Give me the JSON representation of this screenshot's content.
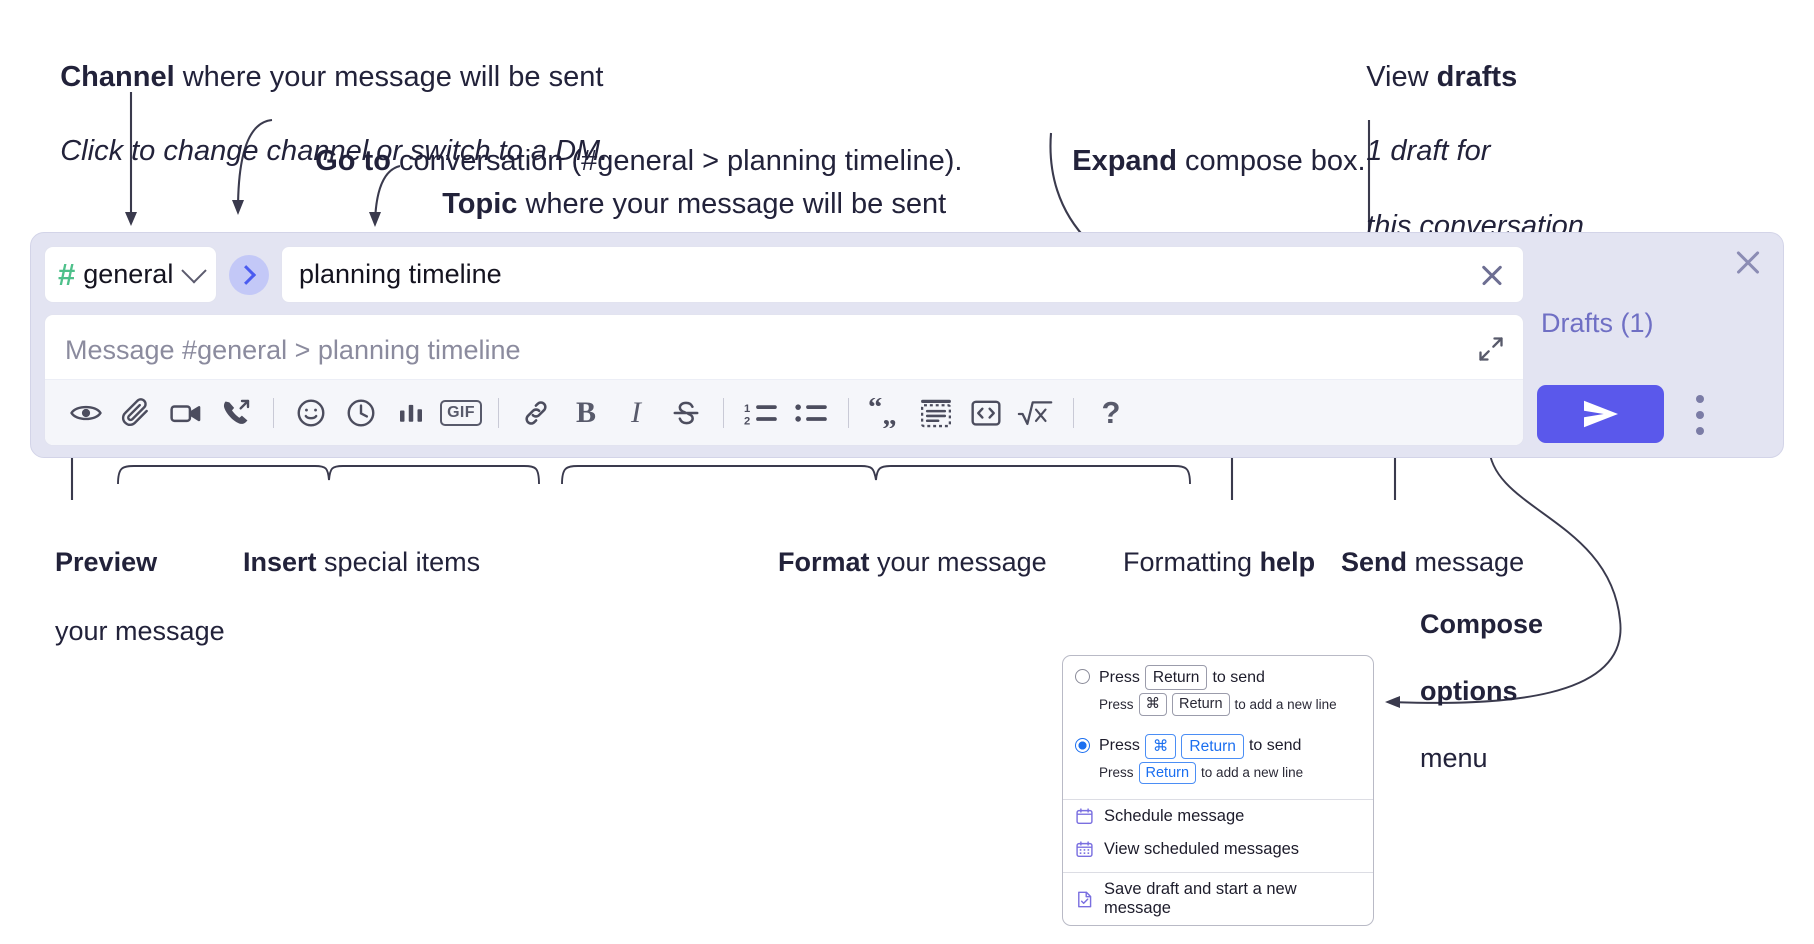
{
  "annotations": {
    "channel": {
      "bold": "Channel",
      "rest": " where your message will be sent",
      "italic": "Click to change channel or switch to a DM."
    },
    "goto": {
      "bold": "Go to",
      "rest": " conversation (#general > planning timeline)."
    },
    "topic": {
      "bold": "Topic",
      "rest": " where your message will be sent"
    },
    "expand": {
      "bold": "Expand",
      "rest": " compose box."
    },
    "drafts": {
      "lead": "View ",
      "bold": "drafts",
      "italic1": "1 draft for",
      "italic2": "this conversation"
    },
    "preview": {
      "bold": "Preview",
      "line2": "your message"
    },
    "insert": {
      "bold": "Insert",
      "rest": " special items"
    },
    "format": {
      "bold": "Format",
      "rest": " your message"
    },
    "help": {
      "lead": "Formatting ",
      "bold": "help"
    },
    "send": {
      "bold": "Send",
      "rest": " message"
    },
    "compose_options": {
      "bold1": "Compose",
      "bold2": "options",
      "rest": "menu"
    }
  },
  "compose": {
    "channel": {
      "hash": "#",
      "name": "general",
      "chevron": "chevron-down-icon"
    },
    "goto_button_label": "go-to-conversation-icon",
    "topic": {
      "value": "planning timeline",
      "clear_label": "clear-topic-icon"
    },
    "editor": {
      "placeholder": "Message #general > planning timeline",
      "expand_label": "expand-compose-icon"
    },
    "toolbar": {
      "group_insert": [
        {
          "name": "preview-icon",
          "label": "Preview"
        },
        {
          "name": "attachment-icon",
          "label": "Attach file"
        },
        {
          "name": "video-icon",
          "label": "Record video clip"
        },
        {
          "name": "audio-call-icon",
          "label": "Record audio clip"
        }
      ],
      "group_insert2": [
        {
          "name": "emoji-icon",
          "label": "Emoji"
        },
        {
          "name": "clock-icon",
          "label": "Schedule"
        },
        {
          "name": "poll-icon",
          "label": "Poll"
        },
        {
          "name": "gif-icon",
          "label": "GIF"
        }
      ],
      "group_format": [
        {
          "name": "link-icon",
          "label": "Link"
        },
        {
          "name": "bold-icon",
          "label": "B"
        },
        {
          "name": "italic-icon",
          "label": "I"
        },
        {
          "name": "strikethrough-icon",
          "label": "Strikethrough"
        }
      ],
      "group_lists": [
        {
          "name": "ordered-list-icon",
          "label": "Ordered list"
        },
        {
          "name": "bulleted-list-icon",
          "label": "Bulleted list"
        }
      ],
      "group_blocks": [
        {
          "name": "blockquote-icon",
          "label": "Blockquote"
        },
        {
          "name": "code-block-icon",
          "label": "Code block"
        },
        {
          "name": "inline-code-icon",
          "label": "Code"
        },
        {
          "name": "math-icon",
          "label": "Math"
        }
      ],
      "help": {
        "name": "formatting-help-icon",
        "label": "?"
      }
    },
    "right": {
      "close_label": "close-compose-icon",
      "drafts_label": "Drafts (1)",
      "send_label": "send-icon",
      "kebab_label": "compose-options-icon"
    }
  },
  "options_menu": {
    "radio_options": [
      {
        "selected": false,
        "main": {
          "pre": "Press",
          "key": "Return",
          "post": "to send"
        },
        "sub": {
          "pre": "Press",
          "key1": "⌘",
          "key2": "Return",
          "post": "to add a new line"
        }
      },
      {
        "selected": true,
        "main": {
          "pre": "Press",
          "key1": "⌘",
          "key2": "Return",
          "post": "to send"
        },
        "sub": {
          "pre": "Press",
          "key": "Return",
          "post": "to add a new line"
        }
      }
    ],
    "items": [
      {
        "icon": "calendar-icon",
        "label": "Schedule message"
      },
      {
        "icon": "calendar-list-icon",
        "label": "View scheduled messages"
      },
      {
        "icon": "save-draft-icon",
        "label": "Save draft and start a new message"
      }
    ]
  },
  "colors": {
    "compose_bg": "#e3e4f2",
    "accent_send": "#5a58eb",
    "hash_green": "#4ec08a",
    "goto_blue": "#4a5bf0",
    "drafts_purple": "#6f6fc4",
    "radio_blue": "#1b6ff0",
    "menu_icon_purple": "#7a6fe0"
  }
}
